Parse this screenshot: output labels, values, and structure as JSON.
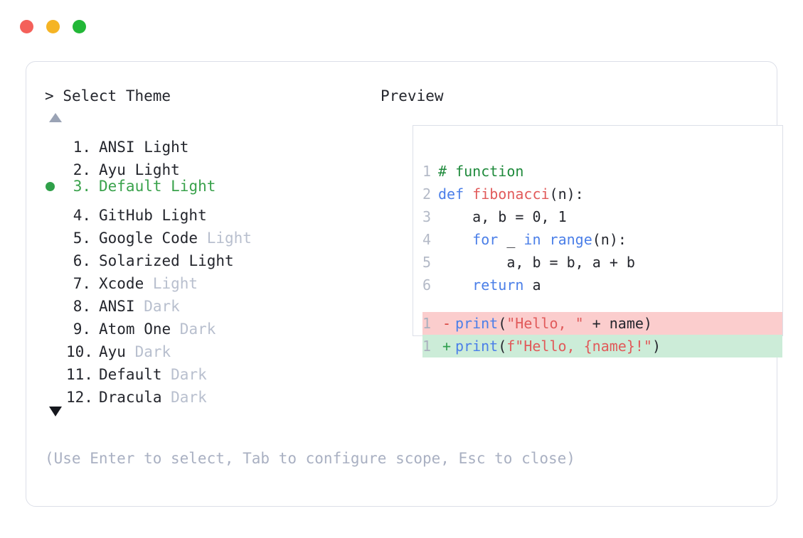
{
  "window": {
    "traffic_lights": [
      {
        "name": "close",
        "color": "#f4605a"
      },
      {
        "name": "minimize",
        "color": "#f5b425"
      },
      {
        "name": "maximize",
        "color": "#22b737"
      }
    ]
  },
  "prompt": {
    "marker": ">",
    "title": "Select Theme"
  },
  "preview": {
    "label": "Preview"
  },
  "scroll": {
    "up_icon": "triangle-up",
    "down_icon": "triangle-down"
  },
  "themes": {
    "selected_index": 3,
    "items": [
      {
        "num": "1.",
        "name": "ANSI",
        "suffix": "Light",
        "suffix_dim": false,
        "selected": false
      },
      {
        "num": "2.",
        "name": "Ayu",
        "suffix": "Light",
        "suffix_dim": false,
        "selected": false
      },
      {
        "num": "3.",
        "name": "Default",
        "suffix": "Light",
        "suffix_dim": false,
        "selected": true
      },
      {
        "num": "4.",
        "name": "GitHub",
        "suffix": "Light",
        "suffix_dim": false,
        "selected": false
      },
      {
        "num": "5.",
        "name": "Google Code",
        "suffix": "Light",
        "suffix_dim": true,
        "selected": false
      },
      {
        "num": "6.",
        "name": "Solarized",
        "suffix": "Light",
        "suffix_dim": false,
        "selected": false
      },
      {
        "num": "7.",
        "name": "Xcode",
        "suffix": "Light",
        "suffix_dim": true,
        "selected": false
      },
      {
        "num": "8.",
        "name": "ANSI",
        "suffix": "Dark",
        "suffix_dim": true,
        "selected": false
      },
      {
        "num": "9.",
        "name": "Atom One",
        "suffix": "Dark",
        "suffix_dim": true,
        "selected": false
      },
      {
        "num": "10.",
        "name": "Ayu",
        "suffix": "Dark",
        "suffix_dim": true,
        "selected": false
      },
      {
        "num": "11.",
        "name": "Default",
        "suffix": "Dark",
        "suffix_dim": true,
        "selected": false
      },
      {
        "num": "12.",
        "name": "Dracula",
        "suffix": "Dark",
        "suffix_dim": true,
        "selected": false
      }
    ]
  },
  "code_preview": {
    "lines": [
      {
        "num": "1",
        "tokens": [
          {
            "t": "# function",
            "c": "comment"
          }
        ]
      },
      {
        "num": "2",
        "tokens": [
          {
            "t": "def ",
            "c": "kw"
          },
          {
            "t": "fibonacci",
            "c": "fn"
          },
          {
            "t": "(n):",
            "c": "plain"
          }
        ]
      },
      {
        "num": "3",
        "tokens": [
          {
            "t": "    a, b = 0, 1",
            "c": "plain"
          }
        ]
      },
      {
        "num": "4",
        "tokens": [
          {
            "t": "    ",
            "c": "plain"
          },
          {
            "t": "for",
            "c": "kw"
          },
          {
            "t": " _ ",
            "c": "plain"
          },
          {
            "t": "in range",
            "c": "kw"
          },
          {
            "t": "(n):",
            "c": "plain"
          }
        ]
      },
      {
        "num": "5",
        "tokens": [
          {
            "t": "        a, b = b, a + b",
            "c": "plain"
          }
        ]
      },
      {
        "num": "6",
        "tokens": [
          {
            "t": "    ",
            "c": "plain"
          },
          {
            "t": "return",
            "c": "kw"
          },
          {
            "t": " a",
            "c": "plain"
          }
        ]
      }
    ],
    "diff": [
      {
        "num": "1",
        "mark": "-",
        "kind": "del",
        "tokens": [
          {
            "t": "print",
            "c": "kw"
          },
          {
            "t": "(",
            "c": "plain"
          },
          {
            "t": "\"Hello, \"",
            "c": "str"
          },
          {
            "t": " + name)",
            "c": "plain"
          }
        ]
      },
      {
        "num": "1",
        "mark": "+",
        "kind": "add",
        "tokens": [
          {
            "t": "print",
            "c": "kw"
          },
          {
            "t": "(",
            "c": "plain"
          },
          {
            "t": "f\"Hello, {name}!\"",
            "c": "str"
          },
          {
            "t": ")",
            "c": "plain"
          }
        ]
      }
    ]
  },
  "hint": {
    "text": "(Use Enter to select, Tab to configure scope, Esc to close)"
  },
  "colors": {
    "accent_green": "#3aa24c",
    "dim_text": "#b8bfce",
    "border": "#dcdfe8",
    "diff_del_bg": "#fbcdcd",
    "diff_add_bg": "#ccecd8"
  }
}
